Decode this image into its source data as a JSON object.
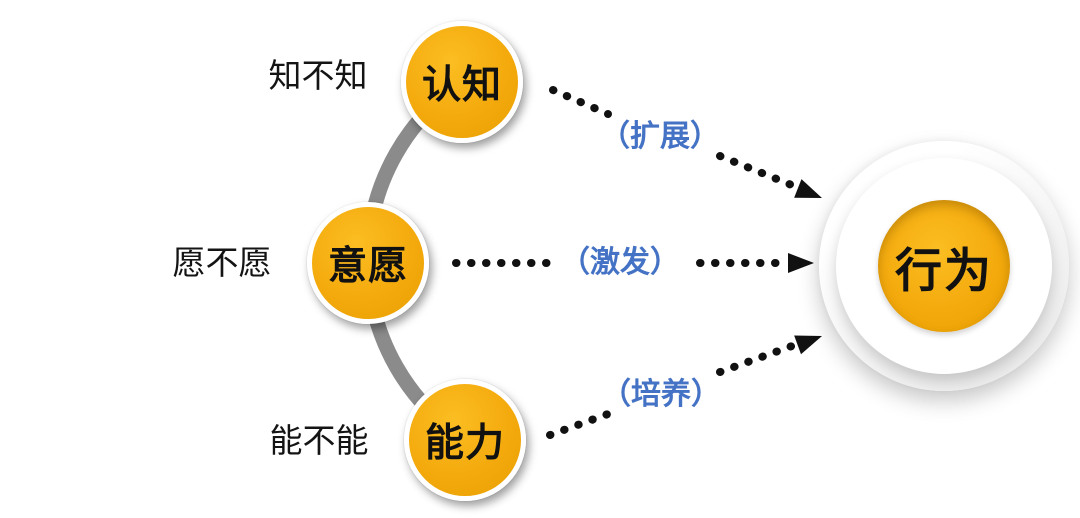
{
  "diagram": {
    "rows": [
      {
        "question": "知不知",
        "node": "认知",
        "action": "（扩展）"
      },
      {
        "question": "愿不愿",
        "node": "意愿",
        "action": "（激发）"
      },
      {
        "question": "能不能",
        "node": "能力",
        "action": "（培养）"
      }
    ],
    "result": {
      "label": "行为"
    }
  },
  "colors": {
    "node_fill": "#F4AA0D",
    "node_fill_deep": "#E89F00",
    "node_fill_light": "#FBBE22",
    "action_blue": "#4472C4",
    "arc_gray": "#8B8B8B",
    "ink": "#111111",
    "ring_white": "#FFFFFF"
  }
}
